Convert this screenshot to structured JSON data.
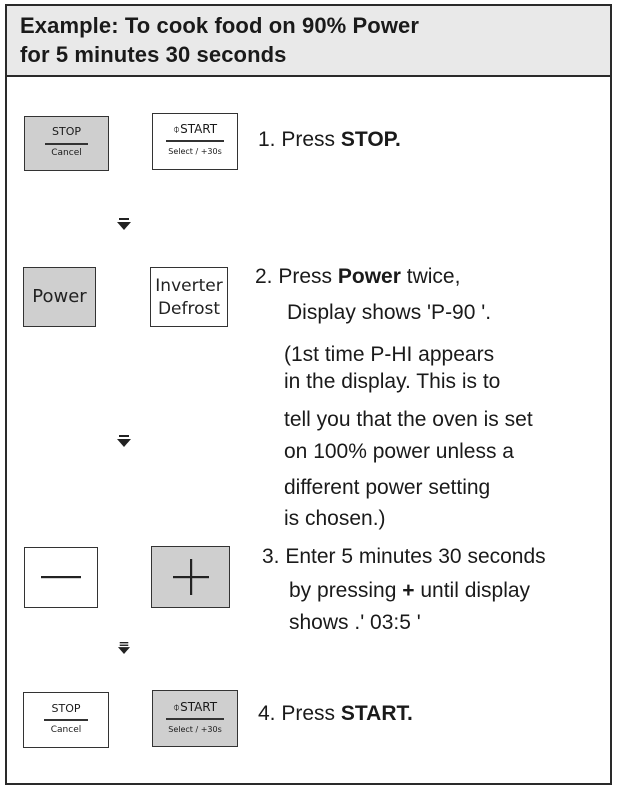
{
  "header": {
    "line1": "Example: To cook food on 90% Power",
    "line2": "for 5 minutes 30 seconds"
  },
  "buttons": {
    "stop": {
      "top": "STOP",
      "bottom": "Cancel"
    },
    "start": {
      "top": "⌽START",
      "bottom": "Select / +30s"
    },
    "power": {
      "label": "Power"
    },
    "inverter_defrost": {
      "line1": "Inverter",
      "line2": "Defrost"
    },
    "minus": {
      "symbol": "—"
    },
    "plus": {
      "symbol": "+"
    }
  },
  "steps": {
    "s1": {
      "prefix": "1. Press ",
      "bold": "STOP."
    },
    "s2": {
      "prefix": "2. Press ",
      "bold": "Power",
      "suffix": " twice,",
      "line2": "Display shows 'P-90  '."
    },
    "s2_note": [
      "(1st time P-HI appears",
      "in the display. This is to",
      "tell you that the oven is set",
      "on 100% power unless a",
      "different power setting",
      " is chosen.)"
    ],
    "s3": {
      "line1": "3. Enter 5 minutes 30 seconds",
      "line2_prefix": "by pressing ",
      "line2_bold": "+",
      "line2_suffix": " until display",
      "line3": "shows .' 03:5 '"
    },
    "s4": {
      "prefix": "4. Press  ",
      "bold": "START."
    }
  }
}
